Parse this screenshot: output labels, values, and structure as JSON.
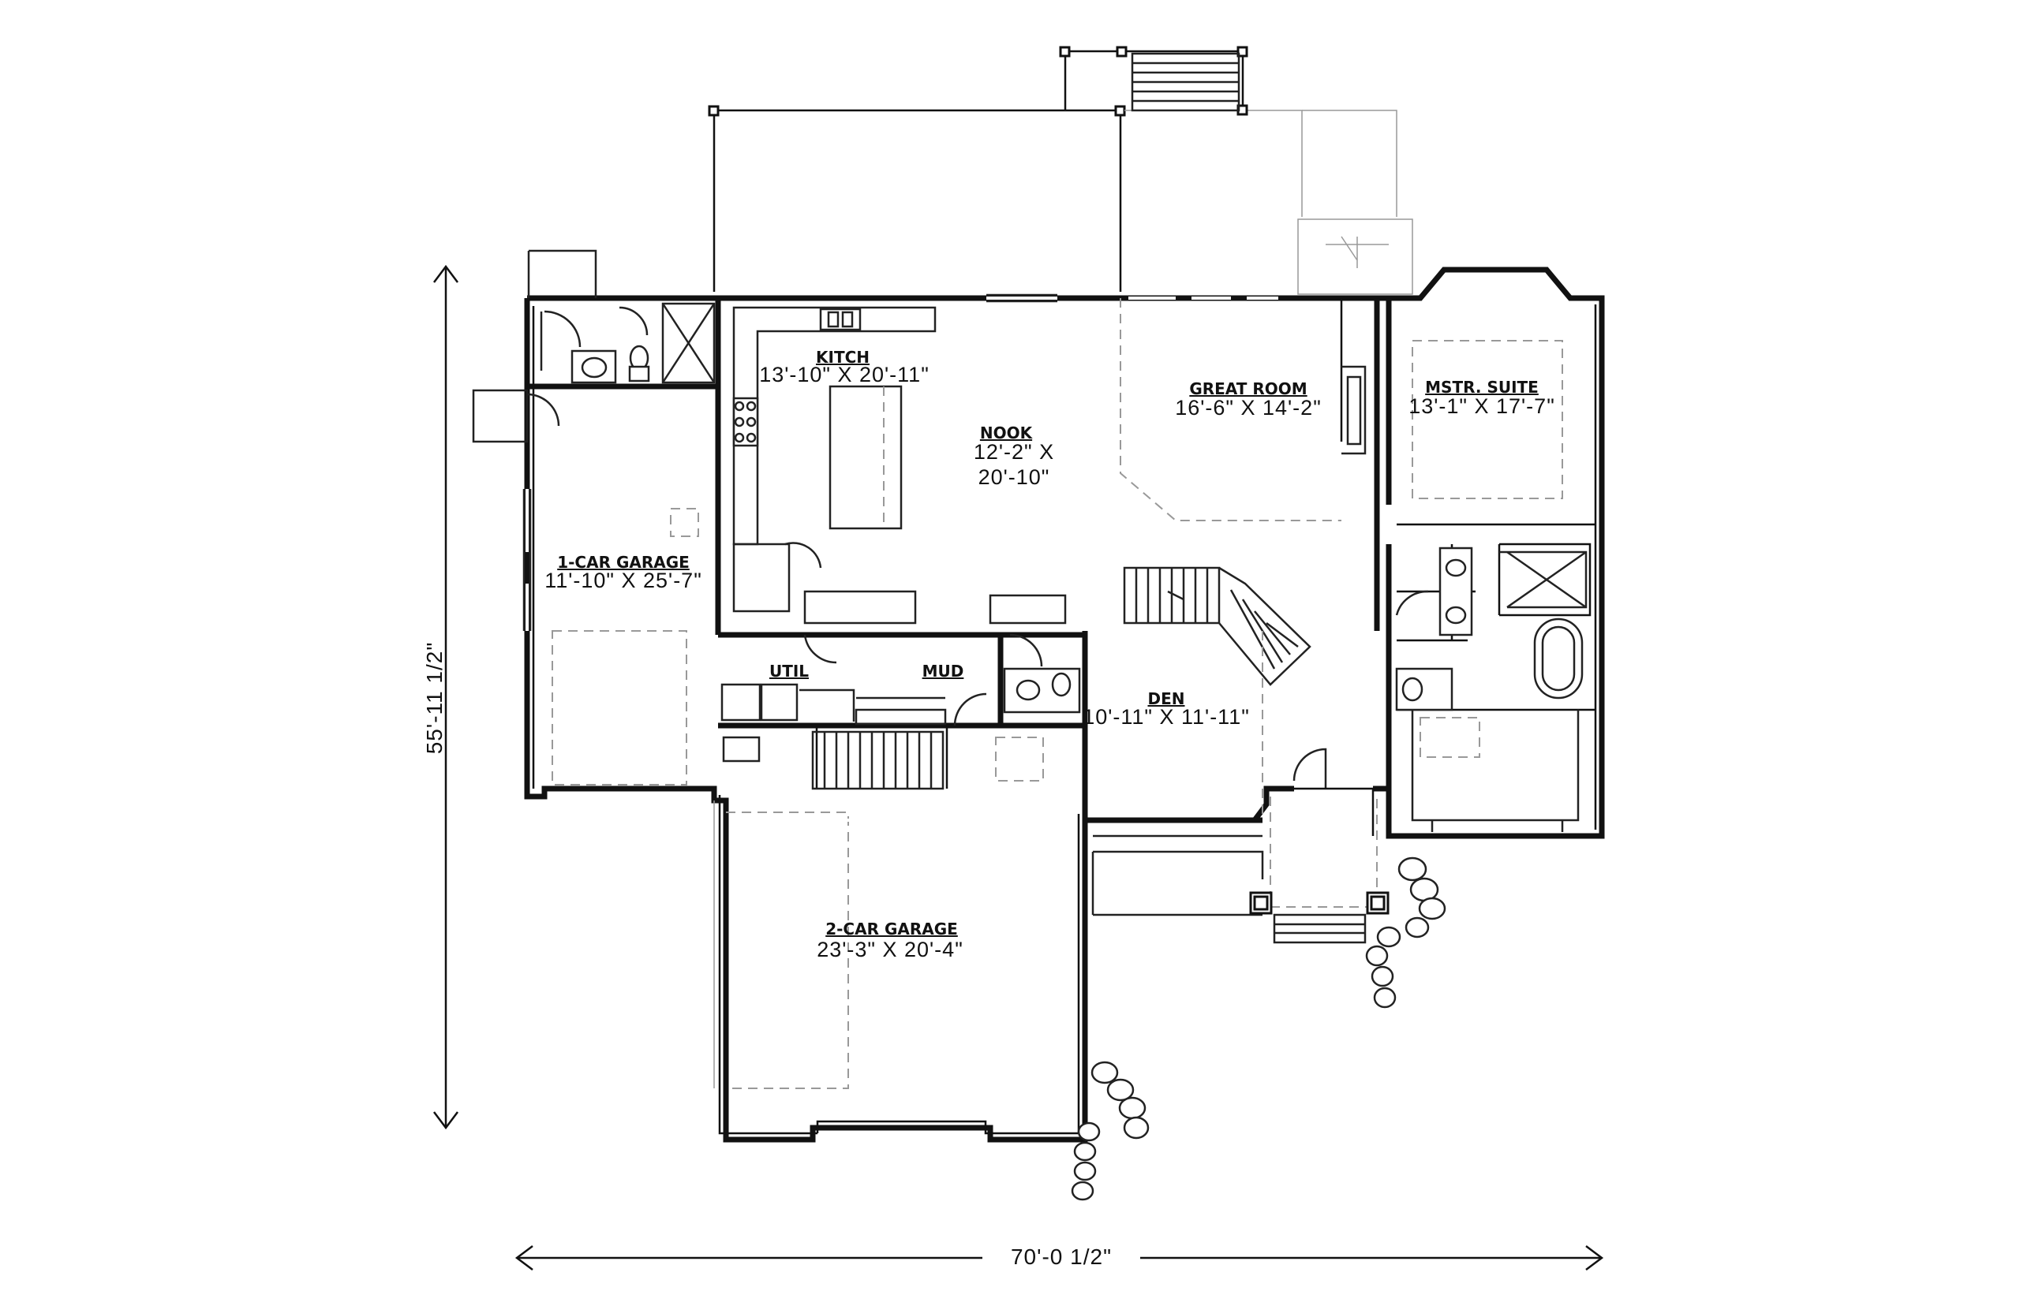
{
  "plan": {
    "overall_width": "70'-0 1/2\"",
    "overall_depth": "55'-11 1/2\"",
    "rooms": {
      "kitch": {
        "name": "KITCH",
        "dim": "13'-10\" X 20'-11\""
      },
      "nook": {
        "name": "NOOK",
        "dim1": "12'-2\" X",
        "dim2": "20'-10\""
      },
      "great": {
        "name": "GREAT ROOM",
        "dim": "16'-6\" X 14'-2\""
      },
      "mstr": {
        "name": "MSTR. SUITE",
        "dim": "13'-1\" X 17'-7\""
      },
      "garage1": {
        "name": "1-CAR GARAGE",
        "dim": "11'-10\" X 25'-7\""
      },
      "util": {
        "name": "UTIL"
      },
      "mud": {
        "name": "MUD"
      },
      "den": {
        "name": "DEN",
        "dim": "10'-11\" X 11'-11\""
      },
      "garage2": {
        "name": "2-CAR GARAGE",
        "dim": "23'-3\" X 20'-4\""
      }
    }
  }
}
